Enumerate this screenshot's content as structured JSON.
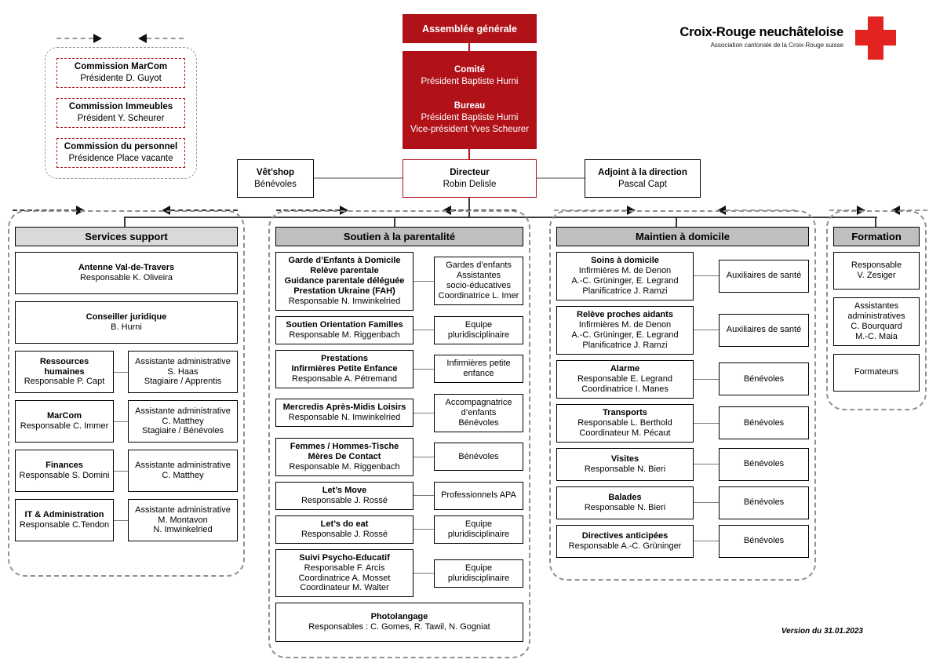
{
  "colors": {
    "red": "#b01218",
    "cross_red": "#e2231f",
    "header_light": "#d9d9d9",
    "header_dark": "#bfbfbf"
  },
  "logo": {
    "title": "Croix-Rouge neuchâteloise",
    "subtitle": "Association cantonale de la Croix-Rouge suisse"
  },
  "version": "Version du 31.01.2023",
  "top": {
    "assemblee_label": "Assemblée générale",
    "comite_bureau_lines": [
      {
        "t": "Comité",
        "b": true
      },
      {
        "t": "Président Baptiste Hurni"
      },
      {
        "t": ""
      },
      {
        "t": "Bureau",
        "b": true
      },
      {
        "t": "Président Baptiste Hurni"
      },
      {
        "t": "Vice-président Yves Scheurer"
      }
    ],
    "directeur": {
      "title": "Directeur",
      "name": "Robin Delisle"
    },
    "vetshop": {
      "title": "Vêt’shop",
      "sub": "Bénévoles"
    },
    "adjoint": {
      "title": "Adjoint à la direction",
      "name": "Pascal Capt"
    }
  },
  "commissions": [
    {
      "title": "Commission MarCom",
      "sub": "Présidente D. Guyot"
    },
    {
      "title": "Commission Immeubles",
      "sub": "Président Y. Scheurer"
    },
    {
      "title": "Commission du personnel",
      "sub": "Présidence Place vacante"
    }
  ],
  "columns": [
    {
      "id": "services-support",
      "title": "Services support",
      "header_bg": "#d9d9d9",
      "rows": [
        {
          "type": "single",
          "title": [
            "Antenne Val-de-Travers"
          ],
          "sub": [
            "Responsable K. Oliveira"
          ]
        },
        {
          "type": "single",
          "title": [
            "Conseiller juridique"
          ],
          "sub": [
            "B. Hurni"
          ]
        },
        {
          "type": "pair",
          "left": {
            "title": [
              "Ressources",
              "humaines"
            ],
            "sub": [
              "Responsable P. Capt"
            ]
          },
          "right": {
            "sub": [
              "Assistante administrative",
              "S. Haas",
              "Stagiaire / Apprentis"
            ]
          }
        },
        {
          "type": "pair",
          "left": {
            "title": [
              "MarCom"
            ],
            "sub": [
              "Responsable C. Immer"
            ]
          },
          "right": {
            "sub": [
              "Assistante administrative",
              "C. Matthey",
              "Stagiaire / Bénévoles"
            ]
          }
        },
        {
          "type": "pair",
          "left": {
            "title": [
              "Finances"
            ],
            "sub": [
              "Responsable S. Domini"
            ]
          },
          "right": {
            "sub": [
              "Assistante administrative",
              "C. Matthey"
            ]
          }
        },
        {
          "type": "pair",
          "left": {
            "title": [
              "IT & Administration"
            ],
            "sub": [
              "Responsable C.Tendon"
            ]
          },
          "right": {
            "sub": [
              "Assistante administrative",
              "M. Montavon",
              "N. Imwinkelried"
            ]
          }
        }
      ]
    },
    {
      "id": "soutien-parentalite",
      "title": "Soutien à la parentalité",
      "header_bg": "#bfbfbf",
      "rows": [
        {
          "type": "pair",
          "left": {
            "title": [
              "Garde d’Enfants à Domicile",
              "Relève parentale",
              "Guidance parentale déléguée",
              "Prestation Ukraine (FAH)"
            ],
            "sub": [
              "Responsable N. Imwinkelried"
            ]
          },
          "right": {
            "sub": [
              "Gardes d’enfants",
              "Assistantes",
              "socio-éducatives",
              "Coordinatrice L. Imer"
            ]
          }
        },
        {
          "type": "pair",
          "left": {
            "title": [
              "Soutien Orientation Familles"
            ],
            "sub": [
              "Responsable M. Riggenbach"
            ]
          },
          "right": {
            "sub": [
              "Equipe",
              "pluridisciplinaire"
            ]
          }
        },
        {
          "type": "pair",
          "left": {
            "title": [
              "Prestations",
              "Infirmières Petite Enfance"
            ],
            "sub": [
              "Responsable A. Pétremand"
            ]
          },
          "right": {
            "sub": [
              "Infirmières petite",
              "enfance"
            ]
          }
        },
        {
          "type": "pair",
          "left": {
            "title": [
              "Mercredis Après-Midis Loisirs"
            ],
            "sub": [
              "Responsable N. Imwinkelried"
            ]
          },
          "right": {
            "sub": [
              "Accompagnatrice",
              "d’enfants",
              "Bénévoles"
            ]
          }
        },
        {
          "type": "pair",
          "left": {
            "title": [
              "Femmes / Hommes-Tische",
              "Mères De Contact"
            ],
            "sub": [
              "Responsable M. Riggenbach"
            ]
          },
          "right": {
            "sub": [
              "Bénévoles"
            ]
          }
        },
        {
          "type": "pair",
          "left": {
            "title": [
              "Let’s Move"
            ],
            "sub": [
              "Responsable J. Rossé"
            ]
          },
          "right": {
            "sub": [
              "Professionnels APA"
            ]
          }
        },
        {
          "type": "pair",
          "left": {
            "title": [
              "Let’s do eat"
            ],
            "sub": [
              "Responsable J. Rossé"
            ]
          },
          "right": {
            "sub": [
              "Equipe",
              "pluridisciplinaire"
            ]
          }
        },
        {
          "type": "pair",
          "left": {
            "title": [
              "Suivi Psycho-Educatif"
            ],
            "sub": [
              "Responsable F. Arcis",
              "Coordinatrice A. Mosset",
              "Coordinateur M. Walter"
            ]
          },
          "right": {
            "sub": [
              "Equipe",
              "pluridisciplinaire"
            ]
          }
        },
        {
          "type": "single",
          "title": [
            "Photolangage"
          ],
          "sub": [
            "Responsables : C. Gomes, R. Tawil, N. Gogniat"
          ]
        }
      ]
    },
    {
      "id": "maintien-domicile",
      "title": "Maintien à domicile",
      "header_bg": "#bfbfbf",
      "rows": [
        {
          "type": "pair",
          "left": {
            "title": [
              "Soins à domicile"
            ],
            "sub": [
              "Infirmières M. de Denon",
              "A.-C. Grüninger, E. Legrand",
              "Planificatrice J. Ramzi"
            ]
          },
          "right": {
            "sub": [
              "Auxiliaires de santé"
            ]
          }
        },
        {
          "type": "pair",
          "left": {
            "title": [
              "Relève proches aidants"
            ],
            "sub": [
              "Infirmières M. de Denon",
              "A.-C. Grüninger, E. Legrand",
              "Planificatrice J. Ramzi"
            ]
          },
          "right": {
            "sub": [
              "Auxiliaires de santé"
            ]
          }
        },
        {
          "type": "pair",
          "left": {
            "title": [
              "Alarme"
            ],
            "sub": [
              "Responsable E. Legrand",
              "Coordinatrice I. Manes"
            ]
          },
          "right": {
            "sub": [
              "Bénévoles"
            ]
          }
        },
        {
          "type": "pair",
          "left": {
            "title": [
              "Transports"
            ],
            "sub": [
              "Responsable L. Berthold",
              "Coordinateur M. Pécaut"
            ]
          },
          "right": {
            "sub": [
              "Bénévoles"
            ]
          }
        },
        {
          "type": "pair",
          "left": {
            "title": [
              "Visites"
            ],
            "sub": [
              "Responsable N. Bieri"
            ]
          },
          "right": {
            "sub": [
              "Bénévoles"
            ]
          }
        },
        {
          "type": "pair",
          "left": {
            "title": [
              "Balades"
            ],
            "sub": [
              "Responsable N. Bieri"
            ]
          },
          "right": {
            "sub": [
              "Bénévoles"
            ]
          }
        },
        {
          "type": "pair",
          "left": {
            "title": [
              "Directives anticipées"
            ],
            "sub": [
              "Responsable A.-C. Grüninger"
            ]
          },
          "right": {
            "sub": [
              "Bénévoles"
            ]
          }
        }
      ]
    },
    {
      "id": "formation",
      "title": "Formation",
      "header_bg": "#bfbfbf",
      "rows": [
        {
          "type": "single",
          "sub": [
            "Responsable",
            "V. Zesiger"
          ]
        },
        {
          "type": "single",
          "sub": [
            "Assistantes",
            "administratives",
            "C. Bourquard",
            "M.-C. Maia"
          ]
        },
        {
          "type": "single",
          "sub": [
            "Formateurs"
          ]
        }
      ]
    }
  ]
}
